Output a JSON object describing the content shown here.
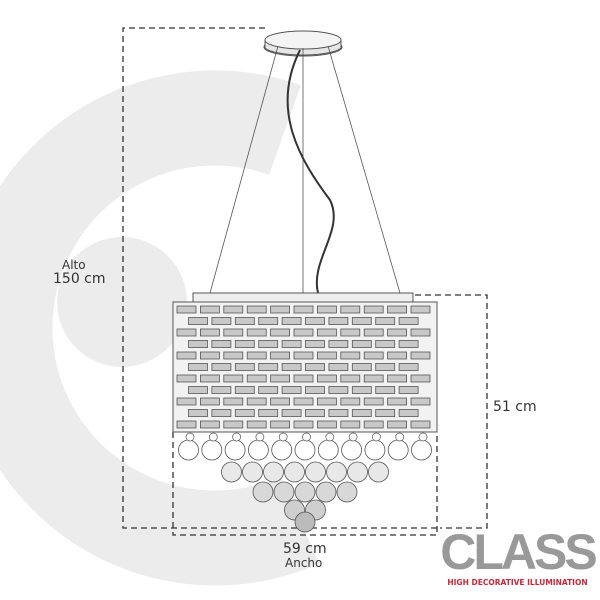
{
  "dimensions": {
    "height_label": "Alto",
    "height_value": "150 cm",
    "shade_height_value": "51 cm",
    "width_value": "59 cm",
    "width_label": "Ancho"
  },
  "brand": {
    "name": "CLASS",
    "tagline": "HIGH DECORATIVE ILLUMINATION",
    "accent_color": "#c8283a",
    "logo_color": "#999999"
  },
  "drawing": {
    "brick_rows": [
      11,
      10,
      11,
      10,
      11,
      10,
      11,
      10,
      11,
      10,
      11
    ],
    "ball_rows": [
      11,
      8,
      5,
      2,
      1
    ]
  }
}
